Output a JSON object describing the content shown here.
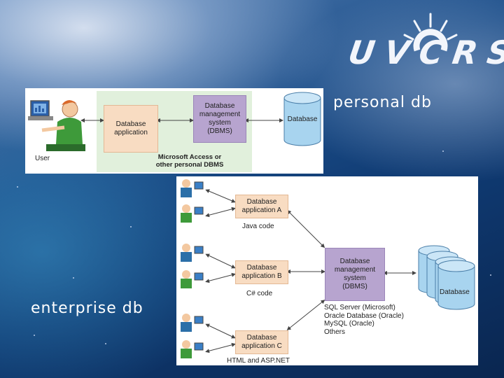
{
  "logo": {
    "text": "UVCRS"
  },
  "labels": {
    "personal": "personal db",
    "enterprise": "enterprise db"
  },
  "personal_diagram": {
    "user_label": "User",
    "app_box": [
      "Database",
      "application"
    ],
    "dbms_box": [
      "Database",
      "management",
      "system",
      "(DBMS)"
    ],
    "database_label": "Database",
    "caption": [
      "Microsoft Access or",
      "other personal DBMS"
    ]
  },
  "enterprise_diagram": {
    "app_a": [
      "Database",
      "application A"
    ],
    "app_b": [
      "Database",
      "application B"
    ],
    "app_c": [
      "Database",
      "application C"
    ],
    "code_a": "Java code",
    "code_b": "C# code",
    "code_c": "HTML and ASP.NET",
    "dbms_box": [
      "Database",
      "management",
      "system",
      "(DBMS)"
    ],
    "vendors": [
      "SQL Server (Microsoft)",
      "Oracle Database (Oracle)",
      "MySQL (Oracle)",
      "Others"
    ],
    "database_label": "Database"
  },
  "colors": {
    "app_fill": "#f8dcc2",
    "dbms_fill": "#b7a4cf",
    "db_fill": "#a8d4ef",
    "shaded_area": "#e1f0dc"
  }
}
